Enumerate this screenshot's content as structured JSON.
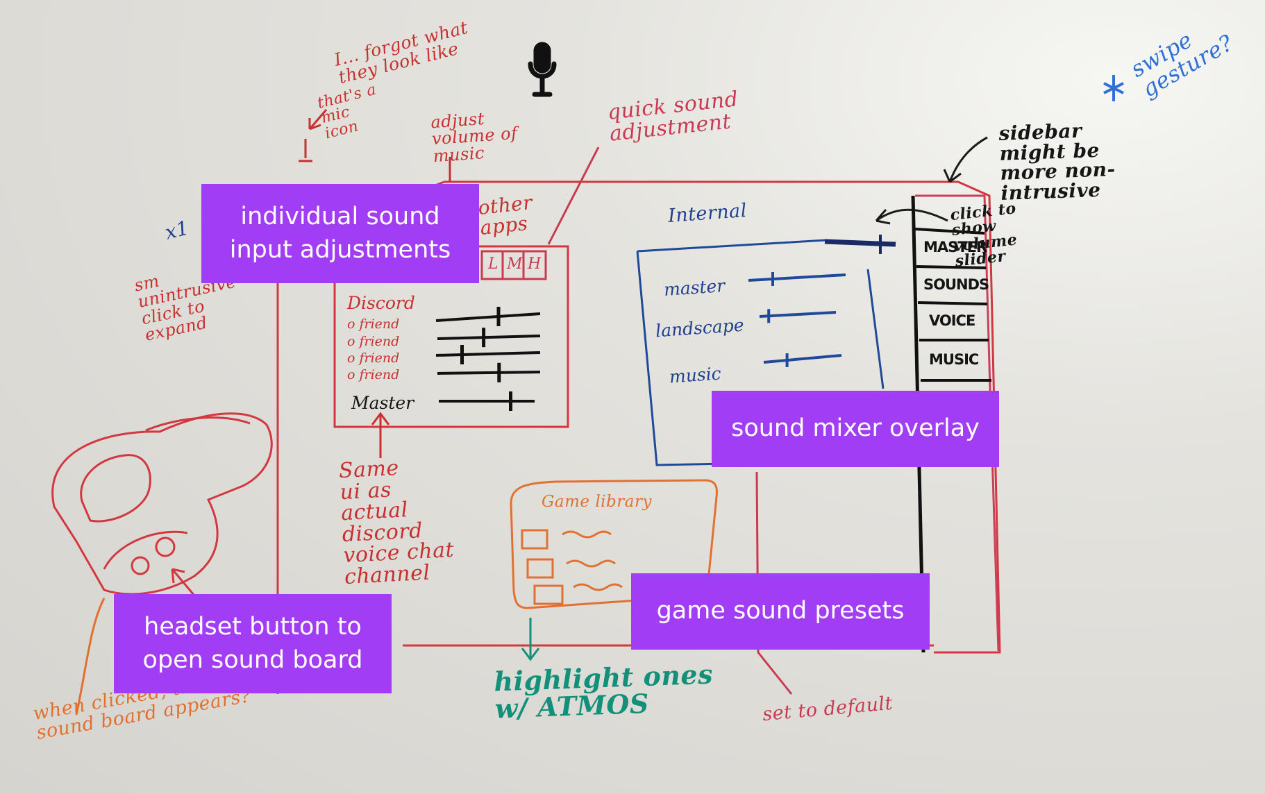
{
  "notes": {
    "forgot": "I... forgot what\nthey look like",
    "mic_note": "that's a\nmic\nicon",
    "adjust_music": "adjust\nvolume of\nmusic",
    "quick_sound": "quick sound\nadjustment",
    "swipe": "swipe\ngesture?",
    "sidebar_note": "sidebar\nmight be\nmore non-\nintrusive",
    "click_to_show": "click to\nshow\nvolume\nslider",
    "x1": "x1",
    "small_note": "sm\nunintrusive\nclick to\nexpand",
    "other_apps": "other\napps",
    "internal": "Internal",
    "same_ui": "Same\nui as\nactual\ndiscord\nvoice chat\nchannel",
    "when_clicked": "when clicked, the\nsound board appears?",
    "highlight": "highlight ones\nw/ ATMOS",
    "set_default": "set to default"
  },
  "discord_panel": {
    "tabs": [
      "L",
      "M",
      "H"
    ],
    "title": "Discord",
    "friends": [
      "o friend",
      "o friend",
      "o friend",
      "o friend"
    ],
    "master_label": "Master",
    "slider_levels": [
      0.6,
      0.45,
      0.25,
      0.6,
      0.75
    ]
  },
  "mixer_panel": {
    "rows": [
      "master",
      "landscape",
      "music"
    ],
    "levels": [
      0.25,
      0.12,
      0.3
    ]
  },
  "sidebar": {
    "items": [
      "MASTER",
      "SOUNDS",
      "VOICE",
      "MUSIC"
    ]
  },
  "game_library": {
    "title": "Game library"
  },
  "labels": {
    "individual": "individual sound\ninput adjustments",
    "mixer": "sound mixer overlay",
    "headset": "headset button to\nopen sound board",
    "presets": "game sound presets"
  }
}
